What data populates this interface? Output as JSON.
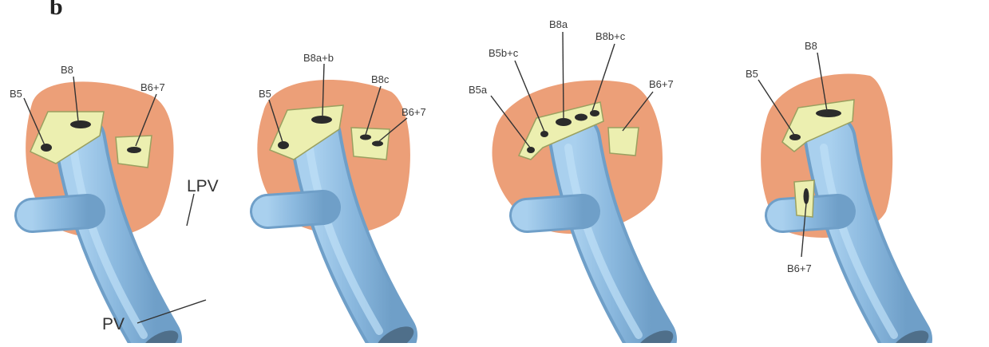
{
  "panel_letter": "b",
  "panels": [
    {
      "id": "panel-1",
      "labels": {
        "a": "B5",
        "b": "B8",
        "c": "B6+7",
        "lpv": "LPV",
        "pv": "PV"
      }
    },
    {
      "id": "panel-2",
      "labels": {
        "a": "B5",
        "b": "B8a+b",
        "c": "B8c",
        "d": "B6+7"
      }
    },
    {
      "id": "panel-3",
      "labels": {
        "a": "B5a",
        "b": "B5b+c",
        "c": "B8a",
        "d": "B8b+c",
        "e": "B6+7"
      }
    },
    {
      "id": "panel-4",
      "labels": {
        "a": "B5",
        "b": "B8",
        "c": "B6+7"
      }
    }
  ],
  "colors": {
    "parenchyma": "#ec9f78",
    "portal_vein": "#92bde0",
    "portal_vein_dark": "#6f9fc8",
    "bile_duct_plate": "#ecefb0",
    "duct_lumen": "#2b2b2b",
    "leader_line": "#333333"
  }
}
